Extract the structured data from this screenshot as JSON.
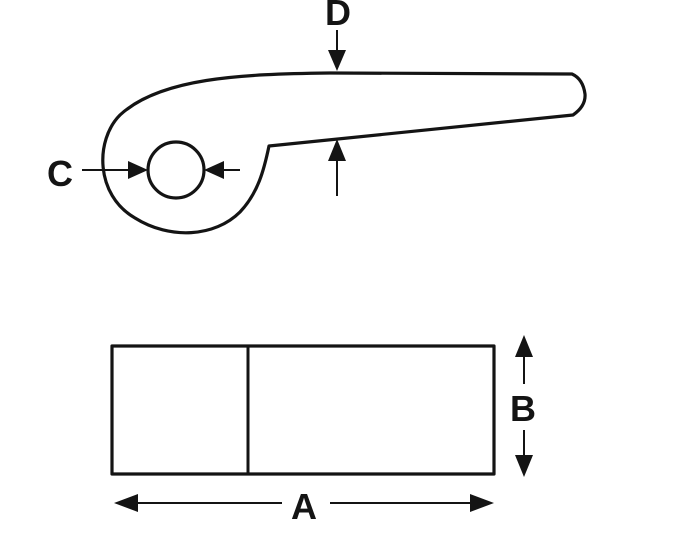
{
  "labels": {
    "a": "A",
    "b": "B",
    "c": "C",
    "d": "D"
  },
  "colors": {
    "ink": "#141414",
    "background": "#ffffff"
  }
}
